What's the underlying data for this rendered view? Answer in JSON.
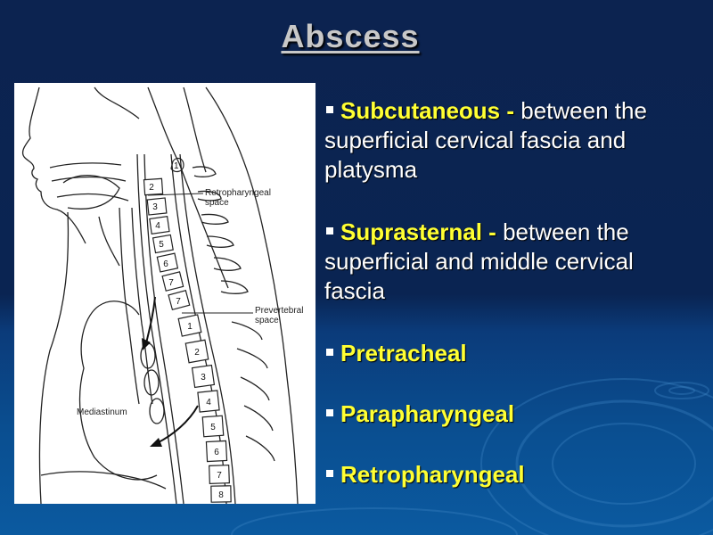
{
  "slide": {
    "title": "Abscess"
  },
  "figure": {
    "labels": {
      "retropharyngeal_1": "Retropharyngeal",
      "retropharyngeal_2": "space",
      "prevertebral_1": "Prevertebral",
      "prevertebral_2": "space",
      "mediastinum": "Mediastinum"
    },
    "cervical_numbers": [
      "1",
      "2",
      "3",
      "4",
      "5",
      "6",
      "7"
    ],
    "thoracic_numbers": [
      "1",
      "2",
      "3",
      "4",
      "5",
      "6",
      "7",
      "8"
    ]
  },
  "bullets": [
    {
      "term": "Subcutaneous",
      "sep": " - ",
      "desc": "between the superficial cervical fascia and platysma"
    },
    {
      "term": "Suprasternal",
      "sep": " - ",
      "desc": "between the superficial and middle cervical fascia"
    },
    {
      "term": "Pretracheal",
      "sep": "",
      "desc": ""
    },
    {
      "term": "Parapharyngeal",
      "sep": "",
      "desc": ""
    },
    {
      "term": "Retropharyngeal",
      "sep": "",
      "desc": ""
    }
  ],
  "colors": {
    "term": "#ffff33",
    "text": "#ffffff",
    "title": "#c8c8c8",
    "background_top": "#0c2350",
    "background_bottom": "#0b5aa0"
  }
}
